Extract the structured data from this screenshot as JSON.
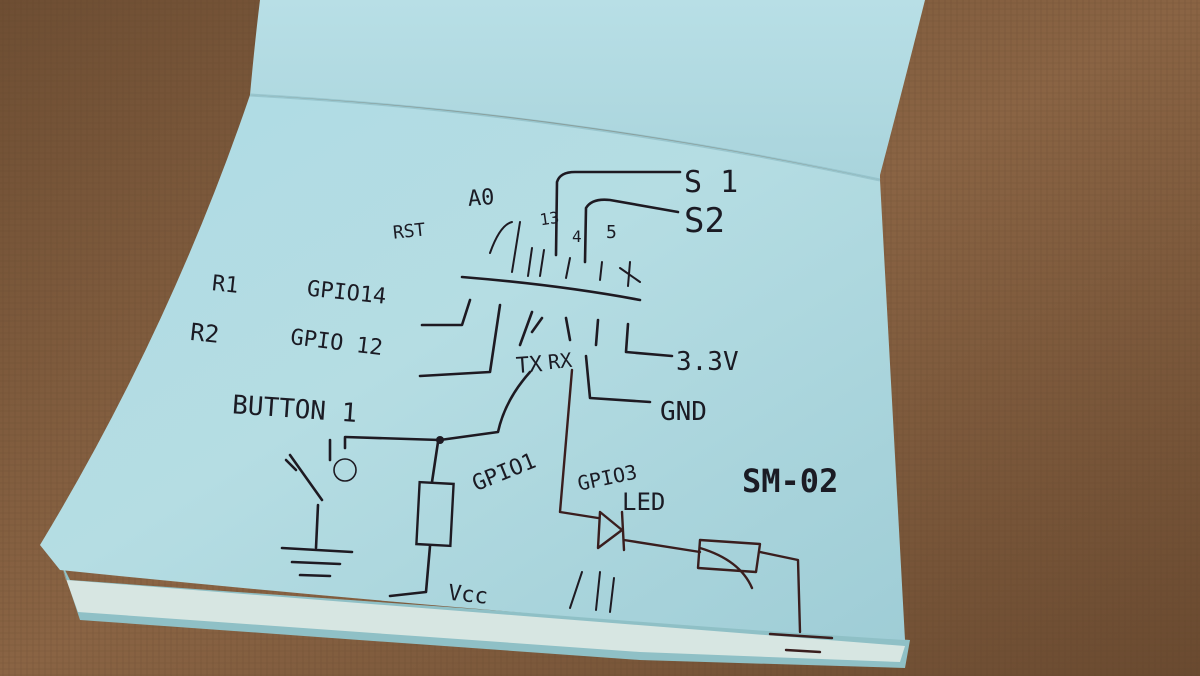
{
  "diagram": {
    "header_labels": {
      "a0": "A0",
      "rst": "RST",
      "pin_13": "13",
      "pin_4": "4",
      "pin_5": "5"
    },
    "switch_labels": {
      "s1": "S 1",
      "s2": "S2"
    },
    "left_labels": {
      "r1": "R1",
      "gpio14": "GPIO14",
      "r2": "R2",
      "gpio12": "GPIO 12",
      "button": "BUTTON 1"
    },
    "pin_labels": {
      "tx": "TX",
      "rx": "RX",
      "v33": "3.3V",
      "gnd": "GND",
      "gpio1": "GPIO1",
      "gpio3": "GPIO3"
    },
    "component_labels": {
      "led": "LED",
      "vcc": "Vcc",
      "module": "SM-02"
    }
  }
}
